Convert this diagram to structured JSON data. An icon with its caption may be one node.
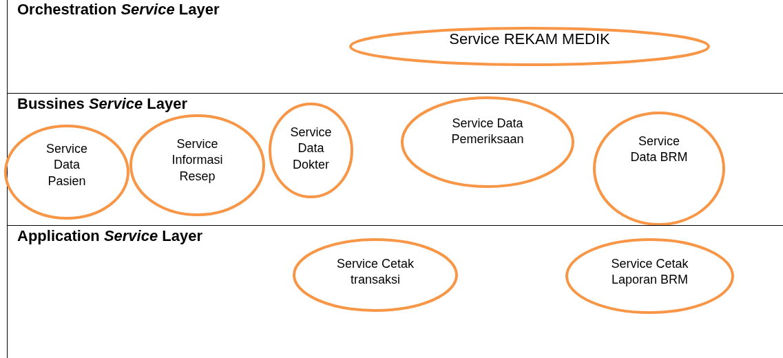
{
  "diagram": {
    "nodes": [
      {
        "text": [
          "Orchestration *Service* Layer"
        ]
      },
      {
        "text": [
          "Service REKAM MEDIK"
        ],
        "in": 0
      },
      {
        "text": [
          "Bussines *Service* Layer"
        ]
      },
      {
        "text": [
          "Service Data Pasien"
        ],
        "in": 2
      },
      {
        "text": [
          "Service Informasi Resep"
        ],
        "in": 2
      },
      {
        "text": [
          "Service Data Dokter"
        ],
        "in": 2
      },
      {
        "text": [
          "Service Data Pemeriksaan"
        ],
        "in": 2
      },
      {
        "text": [
          "Service Data BRM"
        ],
        "in": 2
      },
      {
        "text": [
          "Application *Service* Layer"
        ]
      },
      {
        "text": [
          "Service Cetak transaksi"
        ],
        "in": 8
      },
      {
        "text": [
          "Service Cetak Laporan BRM"
        ],
        "in": 8
      }
    ]
  }
}
